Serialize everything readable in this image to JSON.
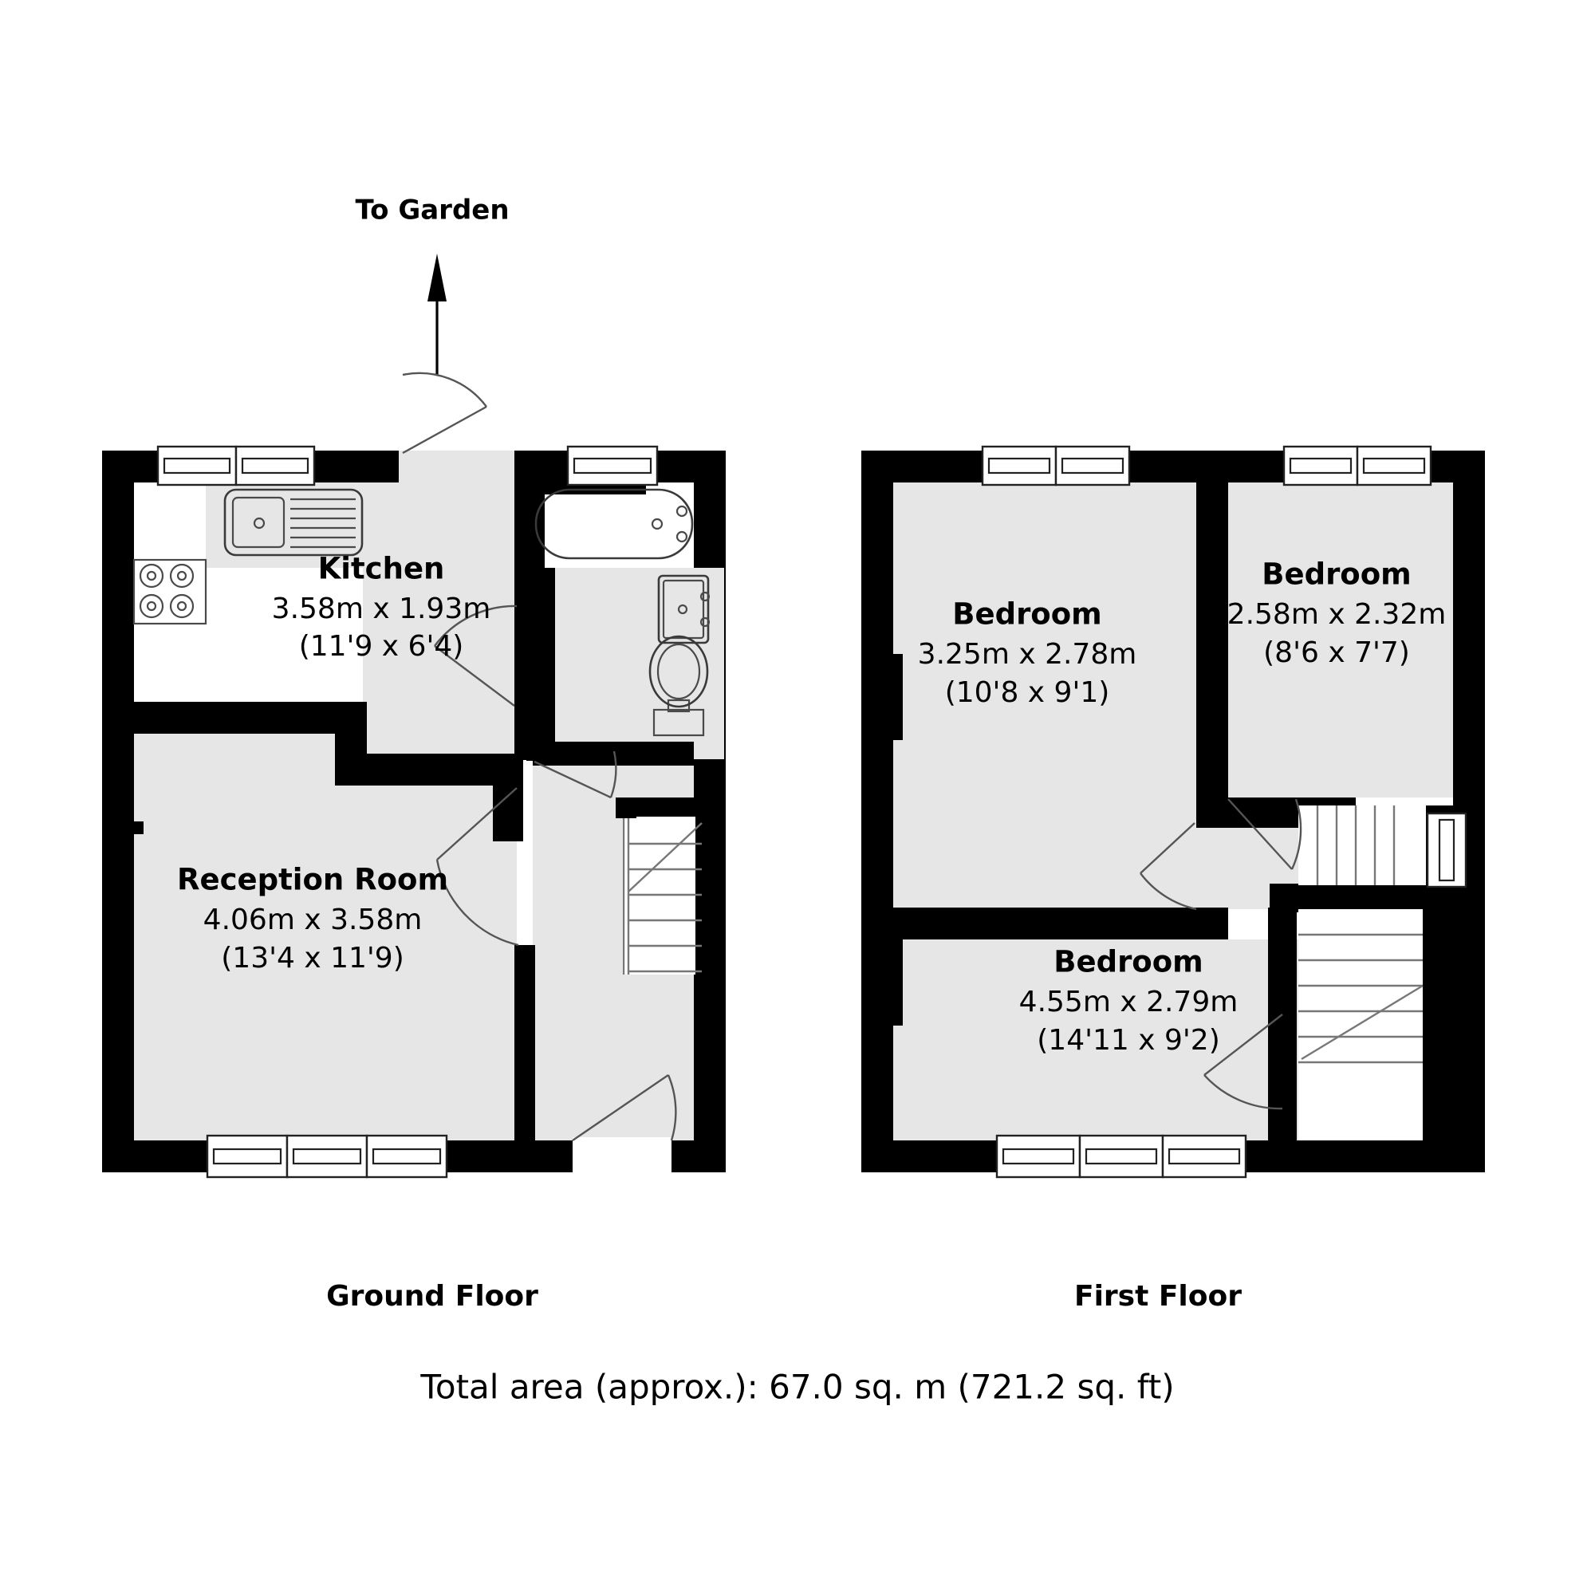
{
  "document": {
    "type": "floor-plan",
    "total_area_text": "Total area (approx.): 67.0 sq. m (721.2 sq. ft)",
    "colors": {
      "wall": "#000000",
      "room_fill": "#e6e6e6",
      "background": "#ffffff",
      "fixture_stroke": "#3a3a3a"
    }
  },
  "annotations": {
    "to_garden": "To Garden"
  },
  "floors": [
    {
      "id": "ground-floor",
      "caption": "Ground Floor",
      "rooms": [
        {
          "id": "kitchen",
          "name": "Kitchen",
          "dim_metric": "3.58m x 1.93m",
          "dim_imperial": "(11'9 x 6'4)"
        },
        {
          "id": "reception-room",
          "name": "Reception Room",
          "dim_metric": "4.06m x 3.58m",
          "dim_imperial": "(13'4 x 11'9)"
        }
      ],
      "fixtures": [
        "sink-icon",
        "hob-icon",
        "bathtub-icon",
        "washbasin-icon",
        "toilet-icon",
        "staircase-icon"
      ]
    },
    {
      "id": "first-floor",
      "caption": "First Floor",
      "rooms": [
        {
          "id": "bedroom-1",
          "name": "Bedroom",
          "dim_metric": "3.25m x 2.78m",
          "dim_imperial": "(10'8 x 9'1)"
        },
        {
          "id": "bedroom-2",
          "name": "Bedroom",
          "dim_metric": "2.58m x 2.32m",
          "dim_imperial": "(8'6 x 7'7)"
        },
        {
          "id": "bedroom-3",
          "name": "Bedroom",
          "dim_metric": "4.55m x 2.79m",
          "dim_imperial": "(14'11 x 9'2)"
        }
      ],
      "fixtures": [
        "staircase-icon"
      ]
    }
  ]
}
